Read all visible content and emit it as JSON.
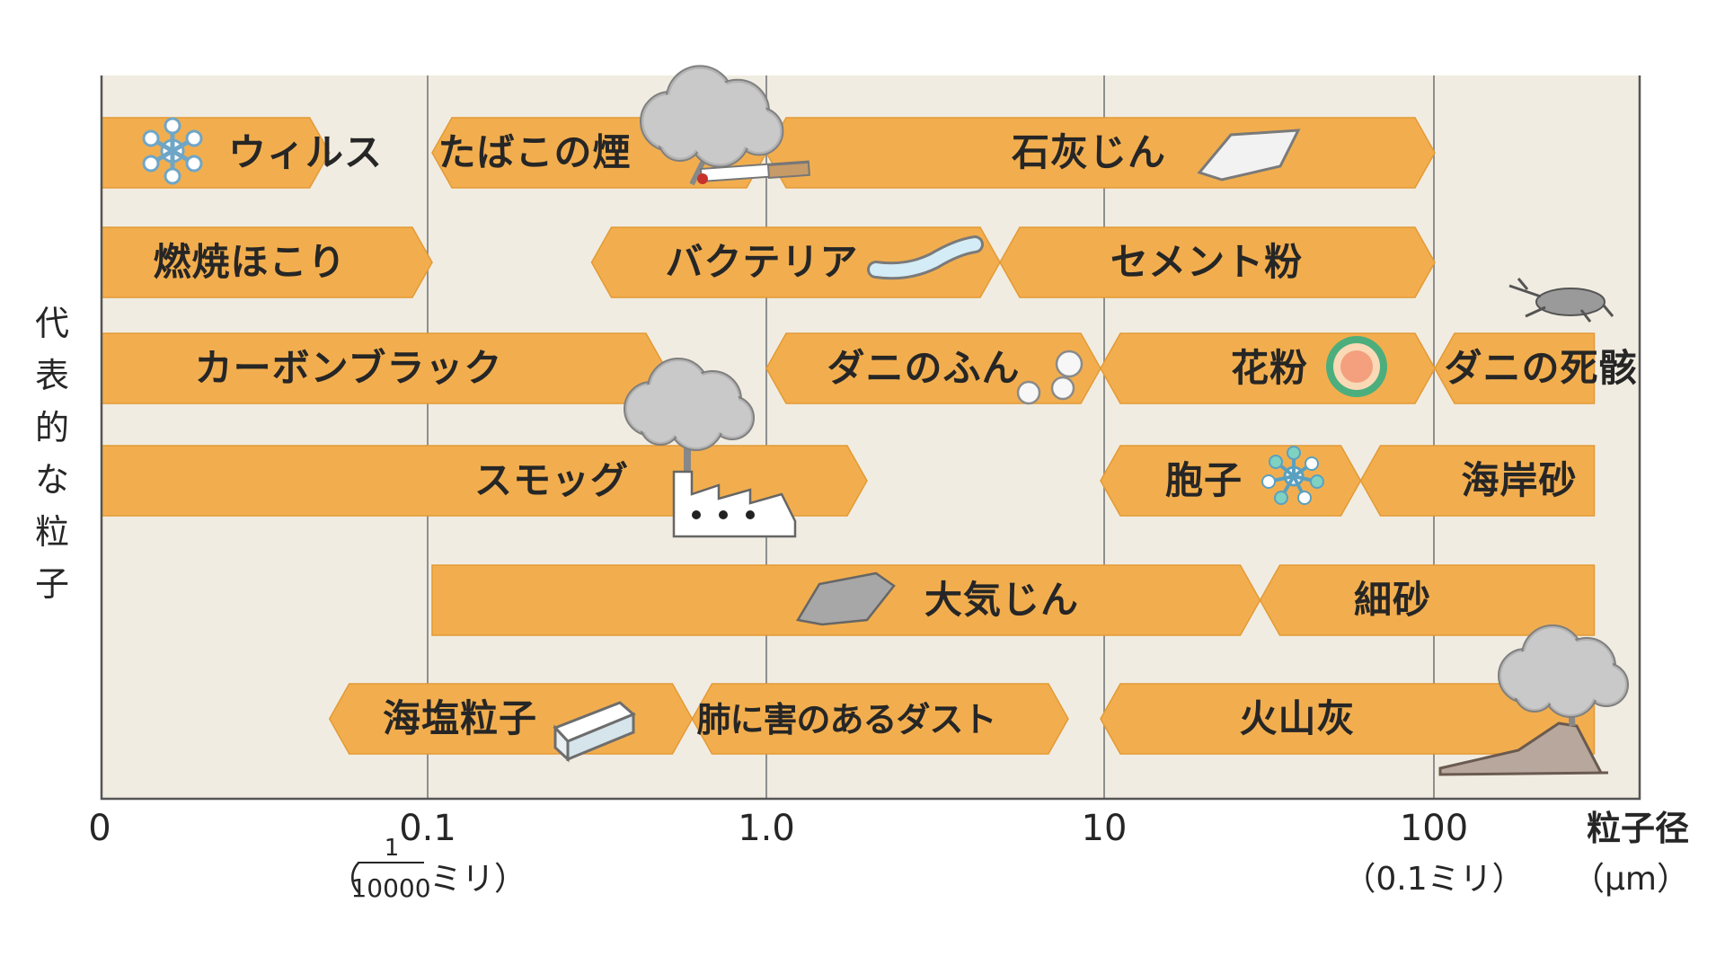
{
  "chart_data": {
    "type": "range-bar",
    "x_scale": "log",
    "ylabel": "代表的な粒子",
    "xlabel": "粒子径",
    "x_unit": "（μm）",
    "ticks": [
      {
        "value": 0,
        "label": "0"
      },
      {
        "value": 0.1,
        "label": "0.1",
        "sublabel_num": "1",
        "sublabel_den": "10000",
        "sublabel_suffix": "ミリ）",
        "sublabel_prefix": "（"
      },
      {
        "value": 1,
        "label": "1.0"
      },
      {
        "value": 10,
        "label": "10"
      },
      {
        "value": 100,
        "label": "100",
        "sublabel": "（0.1ミリ）"
      }
    ],
    "rows": [
      [
        {
          "label": "ウィルス",
          "min": 0.01,
          "max": 0.05
        },
        {
          "label": "たばこの煙",
          "min": 0.1,
          "max": 1
        },
        {
          "label": "石灰じん",
          "min": 1,
          "max": 100
        }
      ],
      [
        {
          "label": "燃焼ほこり",
          "min": 0.01,
          "max": 0.1
        },
        {
          "label": "バクテリア",
          "min": 0.3,
          "max": 5
        },
        {
          "label": "セメント粉",
          "min": 5,
          "max": 100
        }
      ],
      [
        {
          "label": "カーボンブラック",
          "min": 0.01,
          "max": 0.5
        },
        {
          "label": "ダニのふん",
          "min": 1,
          "max": 10
        },
        {
          "label": "花粉",
          "min": 10,
          "max": 100
        },
        {
          "label": "ダニの死骸",
          "min": 100,
          "max": 300
        }
      ],
      [
        {
          "label": "スモッグ",
          "min": 0.01,
          "max": 2
        },
        {
          "label": "胞子",
          "min": 10,
          "max": 60
        },
        {
          "label": "海岸砂",
          "min": 60,
          "max": 300
        }
      ],
      [
        {
          "label": "大気じん",
          "min": 0.1,
          "max": 30
        },
        {
          "label": "細砂",
          "min": 30,
          "max": 300
        }
      ],
      [
        {
          "label": "海塩粒子",
          "min": 0.05,
          "max": 0.6
        },
        {
          "label": "肺に害のあるダスト",
          "min": 0.6,
          "max": 8
        },
        {
          "label": "火山灰",
          "min": 10,
          "max": 300
        }
      ]
    ],
    "colors": {
      "bar": "#f2ae4e",
      "plot_bg": "#f1ece1",
      "grid": "#8f8f8f",
      "axis": "#555555",
      "text": "#262626",
      "cloud": "#a9a9a9",
      "pollen_fill": "#f4a07e",
      "pollen_ring": "#4cae7d",
      "spore_blue": "#8fc3d8"
    }
  }
}
